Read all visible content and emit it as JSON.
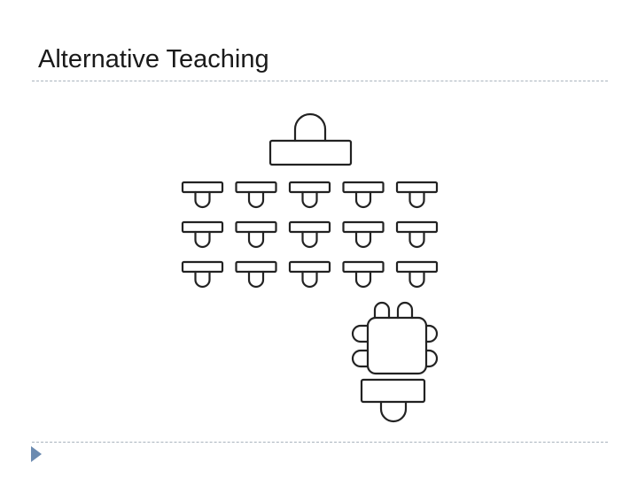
{
  "slide": {
    "title": "Alternative Teaching"
  },
  "diagram": {
    "student_rows": 3,
    "student_cols": 5,
    "group_table_chairs": 6,
    "icons": [
      "teacher-desk-icon",
      "student-desk-icon",
      "group-table-icon",
      "chair-icon"
    ]
  },
  "colors": {
    "title": "#1a1a1a",
    "rule": "#a9b3bd",
    "bullet": "#6c8bb0",
    "line_art": "#222222"
  }
}
